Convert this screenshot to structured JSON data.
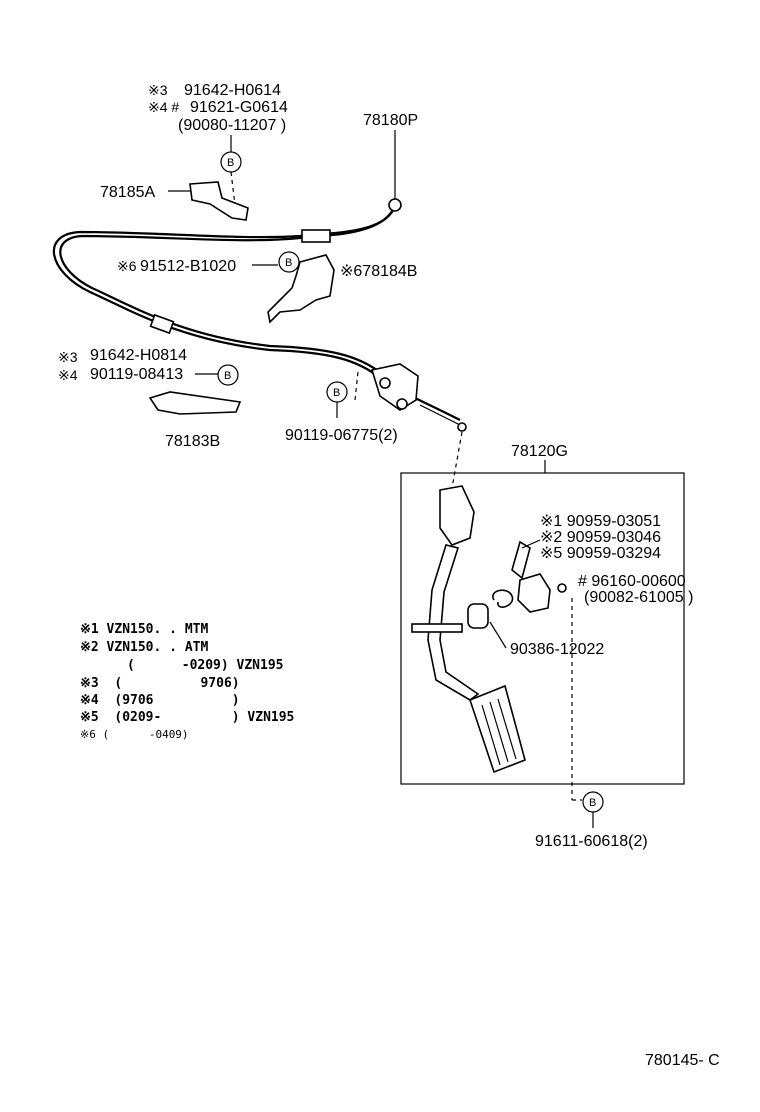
{
  "labels": {
    "top_l1_mark": "※3",
    "top_l1_part": "91642-H0614",
    "top_l2_mark": "※4 #",
    "top_l2_part": "91621-G0614",
    "top_l3": "(90080-11207 )",
    "p78180P": "78180P",
    "p78185A": "78185A",
    "mid_mark": "※6",
    "mid_part": "91512-B1020",
    "p78184B": "※678184B",
    "l3_mark": "※3",
    "l3_part": "91642-H0814",
    "l4_mark": "※4",
    "l4_part": "90119-08413",
    "p78183B": "78183B",
    "p90119_06775": "90119-06775(2)",
    "p78120G": "78120G",
    "r1": "※1 90959-03051",
    "r2": "※2 90959-03046",
    "r3": "※5 90959-03294",
    "r4": "# 96160-00600",
    "r5": "(90082-61005 )",
    "p90386": "90386-12022",
    "p91611": "91611-60618(2)",
    "bolt": "B"
  },
  "notes": [
    "※1  VZN150. . MTM",
    "※2  VZN150. . ATM",
    "      (      -0209) VZN195",
    "※3  (          9706)",
    "※4  (9706          )",
    "※5  (0209-         ) VZN195",
    "※6 (      -0409)"
  ],
  "footer": {
    "code": "780145- C"
  }
}
